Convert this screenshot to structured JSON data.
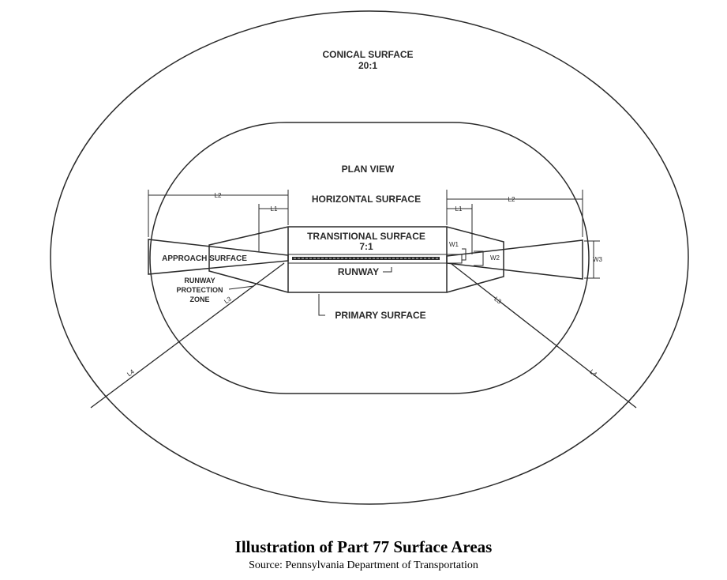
{
  "diagram": {
    "conical_surface": "CONICAL SURFACE",
    "conical_ratio": "20:1",
    "plan_view": "PLAN VIEW",
    "horizontal_surface": "HORIZONTAL SURFACE",
    "transitional_surface": "TRANSITIONAL SURFACE",
    "transitional_ratio": "7:1",
    "approach_surface": "APPROACH SURFACE",
    "runway": "RUNWAY",
    "runway_protection_zone": [
      "RUNWAY",
      "PROTECTION",
      "ZONE"
    ],
    "primary_surface": "PRIMARY SURFACE",
    "dimensions": {
      "l1": "L1",
      "l2": "L2",
      "l3": "L3",
      "l4": "L4",
      "w1": "W1",
      "w2": "W2",
      "w3": "W3"
    }
  },
  "caption": {
    "title": "Illustration of Part 77 Surface Areas",
    "source": "Source: Pennsylvania Department of Transportation"
  },
  "colors": {
    "ink": "#2a2a2a",
    "background": "#ffffff"
  }
}
